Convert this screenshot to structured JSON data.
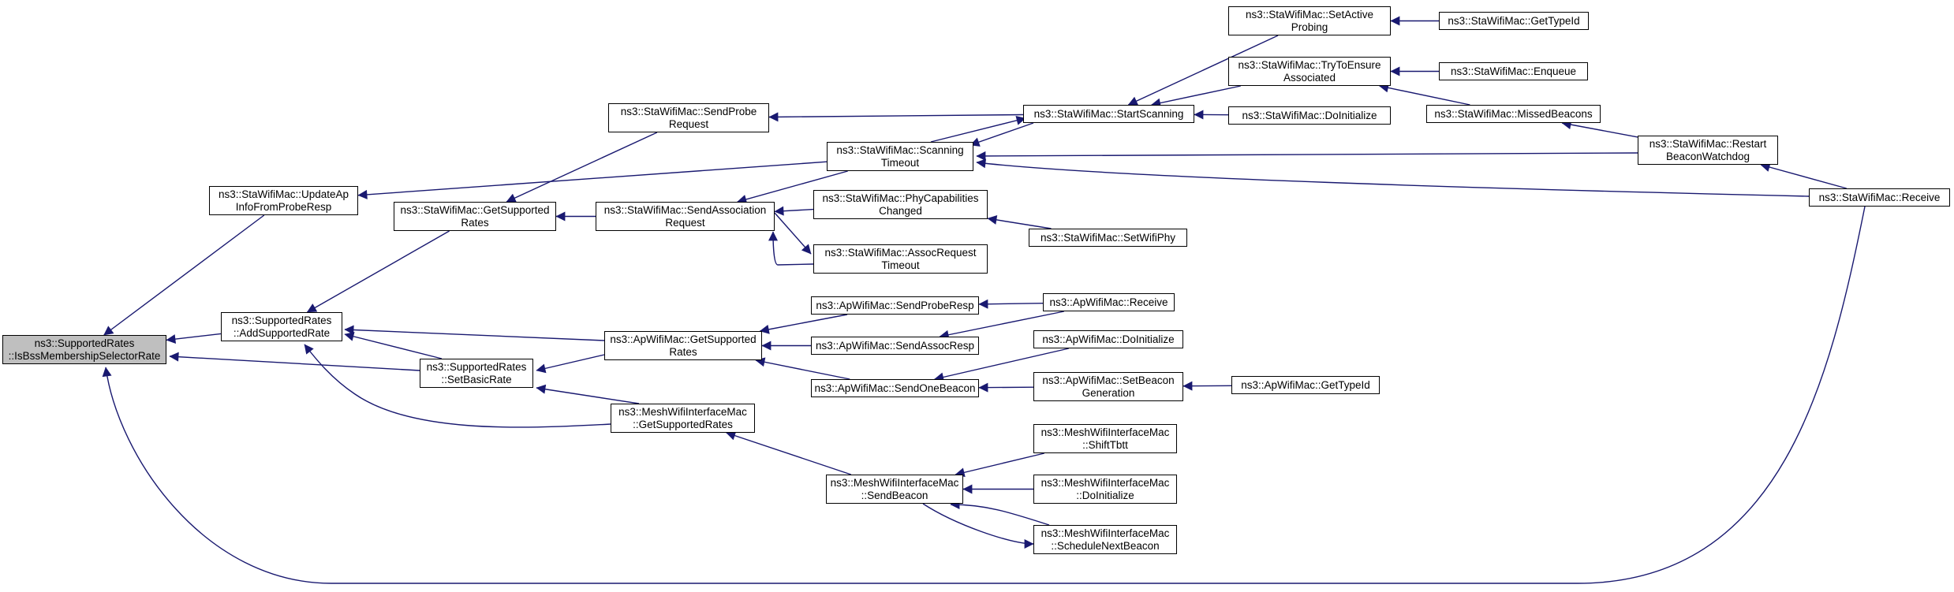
{
  "colors": {
    "edge": "#191970",
    "root_fill": "#bfbfbf",
    "node_fill": "#ffffff",
    "border": "#000000"
  },
  "nodes": [
    {
      "id": "root",
      "lines": [
        "ns3::SupportedRates",
        "::IsBssMembershipSelectorRate"
      ],
      "root": true
    },
    {
      "id": "addsup",
      "lines": [
        "ns3::SupportedRates",
        "::AddSupportedRate"
      ]
    },
    {
      "id": "setbasic",
      "lines": [
        "ns3::SupportedRates",
        "::SetBasicRate"
      ]
    },
    {
      "id": "updateap",
      "lines": [
        "ns3::StaWifiMac::UpdateAp",
        "InfoFromProbeResp"
      ]
    },
    {
      "id": "stagetsup",
      "lines": [
        "ns3::StaWifiMac::GetSupported",
        "Rates"
      ]
    },
    {
      "id": "sendprobereq",
      "lines": [
        "ns3::StaWifiMac::SendProbe",
        "Request"
      ]
    },
    {
      "id": "sendassocreq",
      "lines": [
        "ns3::StaWifiMac::SendAssociation",
        "Request"
      ]
    },
    {
      "id": "scantimeout",
      "lines": [
        "ns3::StaWifiMac::Scanning",
        "Timeout"
      ]
    },
    {
      "id": "startscan",
      "lines": [
        "ns3::StaWifiMac::StartScanning"
      ]
    },
    {
      "id": "setactive",
      "lines": [
        "ns3::StaWifiMac::SetActive",
        "Probing"
      ]
    },
    {
      "id": "stagettypeid",
      "lines": [
        "ns3::StaWifiMac::GetTypeId"
      ]
    },
    {
      "id": "tryensure",
      "lines": [
        "ns3::StaWifiMac::TryToEnsure",
        "Associated"
      ]
    },
    {
      "id": "enqueue",
      "lines": [
        "ns3::StaWifiMac::Enqueue"
      ]
    },
    {
      "id": "missedbeacons",
      "lines": [
        "ns3::StaWifiMac::MissedBeacons"
      ]
    },
    {
      "id": "stadoinit",
      "lines": [
        "ns3::StaWifiMac::DoInitialize"
      ]
    },
    {
      "id": "restartbw",
      "lines": [
        "ns3::StaWifiMac::Restart",
        "BeaconWatchdog"
      ]
    },
    {
      "id": "stareceive",
      "lines": [
        "ns3::StaWifiMac::Receive"
      ]
    },
    {
      "id": "phycap",
      "lines": [
        "ns3::StaWifiMac::PhyCapabilities",
        "Changed"
      ]
    },
    {
      "id": "setwifiphy",
      "lines": [
        "ns3::StaWifiMac::SetWifiPhy"
      ]
    },
    {
      "id": "assocreqtimeout",
      "lines": [
        "ns3::StaWifiMac::AssocRequest",
        "Timeout"
      ]
    },
    {
      "id": "apgetsup",
      "lines": [
        "ns3::ApWifiMac::GetSupported",
        "Rates"
      ]
    },
    {
      "id": "sendproberesp",
      "lines": [
        "ns3::ApWifiMac::SendProbeResp"
      ]
    },
    {
      "id": "apreceive",
      "lines": [
        "ns3::ApWifiMac::Receive"
      ]
    },
    {
      "id": "sendassocresp",
      "lines": [
        "ns3::ApWifiMac::SendAssocResp"
      ]
    },
    {
      "id": "sendonebeacon",
      "lines": [
        "ns3::ApWifiMac::SendOneBeacon"
      ]
    },
    {
      "id": "apdoinit",
      "lines": [
        "ns3::ApWifiMac::DoInitialize"
      ]
    },
    {
      "id": "setbeacongen",
      "lines": [
        "ns3::ApWifiMac::SetBeacon",
        "Generation"
      ]
    },
    {
      "id": "apgettypeid",
      "lines": [
        "ns3::ApWifiMac::GetTypeId"
      ]
    },
    {
      "id": "meshgetsup",
      "lines": [
        "ns3::MeshWifiInterfaceMac",
        "::GetSupportedRates"
      ]
    },
    {
      "id": "meshsendbeacon",
      "lines": [
        "ns3::MeshWifiInterfaceMac",
        "::SendBeacon"
      ]
    },
    {
      "id": "meshshift",
      "lines": [
        "ns3::MeshWifiInterfaceMac",
        "::ShiftTbtt"
      ]
    },
    {
      "id": "meshdoinit",
      "lines": [
        "ns3::MeshWifiInterfaceMac",
        "::DoInitialize"
      ]
    },
    {
      "id": "meshsched",
      "lines": [
        "ns3::MeshWifiInterfaceMac",
        "::ScheduleNextBeacon"
      ]
    }
  ],
  "edges": [
    [
      "addsup",
      "root"
    ],
    [
      "setbasic",
      "root"
    ],
    [
      "updateap",
      "root"
    ],
    [
      "stareceive",
      "root"
    ],
    [
      "stagetsup",
      "addsup"
    ],
    [
      "apgetsup",
      "addsup"
    ],
    [
      "setbasic",
      "addsup"
    ],
    [
      "meshgetsup",
      "addsup"
    ],
    [
      "apgetsup",
      "setbasic"
    ],
    [
      "meshgetsup",
      "setbasic"
    ],
    [
      "scantimeout",
      "updateap"
    ],
    [
      "sendprobereq",
      "stagetsup"
    ],
    [
      "sendassocreq",
      "stagetsup"
    ],
    [
      "startscan",
      "sendprobereq"
    ],
    [
      "scantimeout",
      "sendassocreq"
    ],
    [
      "phycap",
      "sendassocreq"
    ],
    [
      "assocreqtimeout",
      "sendassocreq"
    ],
    [
      "sendassocreq",
      "assocreqtimeout"
    ],
    [
      "startscan",
      "scantimeout"
    ],
    [
      "restartbw",
      "scantimeout"
    ],
    [
      "stareceive",
      "scantimeout"
    ],
    [
      "scantimeout",
      "startscan"
    ],
    [
      "setactive",
      "startscan"
    ],
    [
      "tryensure",
      "startscan"
    ],
    [
      "stadoinit",
      "startscan"
    ],
    [
      "stagettypeid",
      "setactive"
    ],
    [
      "enqueue",
      "tryensure"
    ],
    [
      "missedbeacons",
      "tryensure"
    ],
    [
      "restartbw",
      "missedbeacons"
    ],
    [
      "stareceive",
      "restartbw"
    ],
    [
      "setwifiphy",
      "phycap"
    ],
    [
      "sendproberesp",
      "apgetsup"
    ],
    [
      "sendassocresp",
      "apgetsup"
    ],
    [
      "sendonebeacon",
      "apgetsup"
    ],
    [
      "apreceive",
      "sendproberesp"
    ],
    [
      "apreceive",
      "sendassocresp"
    ],
    [
      "apdoinit",
      "sendonebeacon"
    ],
    [
      "setbeacongen",
      "sendonebeacon"
    ],
    [
      "apgettypeid",
      "setbeacongen"
    ],
    [
      "meshsendbeacon",
      "meshgetsup"
    ],
    [
      "meshshift",
      "meshsendbeacon"
    ],
    [
      "meshdoinit",
      "meshsendbeacon"
    ],
    [
      "meshsched",
      "meshsendbeacon"
    ],
    [
      "meshsendbeacon",
      "meshsched"
    ]
  ]
}
